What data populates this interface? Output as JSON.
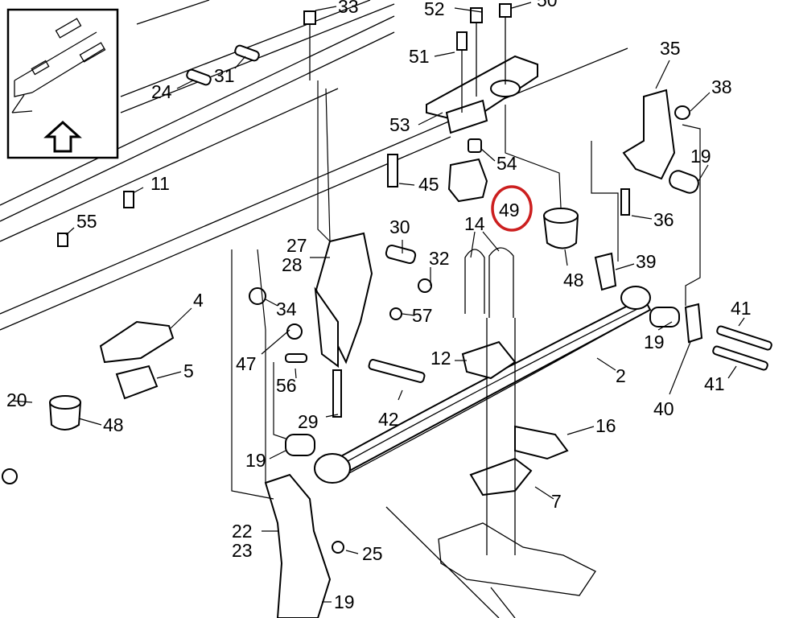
{
  "diagram": {
    "highlight_color": "#cc1f1f",
    "highlighted_part": "49",
    "inset": {
      "icon": "arrow-up-icon"
    },
    "callouts": {
      "c33": "33",
      "c52": "52",
      "c50": "50",
      "c51": "51",
      "c35": "35",
      "c38": "38",
      "c24": "24",
      "c31": "31",
      "c53": "53",
      "c19a": "19",
      "c54": "54",
      "c45": "45",
      "c49": "49",
      "c11": "11",
      "c30": "30",
      "c14": "14",
      "c36": "36",
      "c55": "55",
      "c27": "27",
      "c28": "28",
      "c32": "32",
      "c48a": "48",
      "c39": "39",
      "c4": "4",
      "c34": "34",
      "c57": "57",
      "c41a": "41",
      "c19b": "19",
      "c47": "47",
      "c12": "12",
      "c2": "2",
      "c5": "5",
      "c56": "56",
      "c41b": "41",
      "c20": "20",
      "c48b": "48",
      "c40": "40",
      "c42": "42",
      "c16": "16",
      "c29": "29",
      "c19c": "19",
      "c7": "7",
      "c22": "22",
      "c23": "23",
      "c25": "25",
      "c19d": "19"
    }
  }
}
